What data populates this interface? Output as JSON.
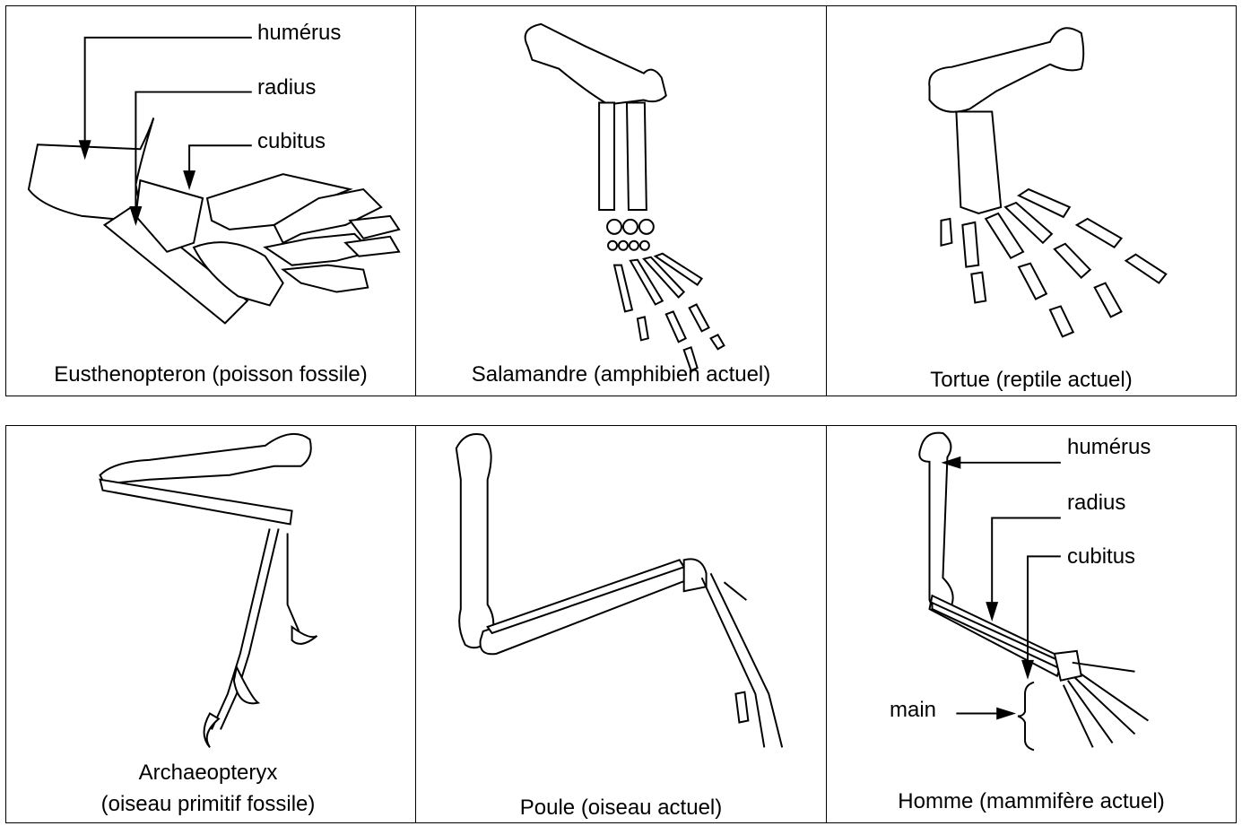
{
  "panels": {
    "eusthenopteron": {
      "caption": "Eusthenopteron (poisson fossile)",
      "labels": {
        "humerus": "humérus",
        "radius": "radius",
        "cubitus": "cubitus"
      }
    },
    "salamandre": {
      "caption": "Salamandre (amphibien actuel)"
    },
    "tortue": {
      "caption": "Tortue (reptile actuel)"
    },
    "archaeopteryx": {
      "caption_line1": "Archaeopteryx",
      "caption_line2": "(oiseau primitif fossile)"
    },
    "poule": {
      "caption": "Poule (oiseau actuel)"
    },
    "homme": {
      "caption": "Homme (mammifère actuel)",
      "labels": {
        "humerus": "humérus",
        "radius": "radius",
        "cubitus": "cubitus",
        "main": "main"
      }
    }
  }
}
